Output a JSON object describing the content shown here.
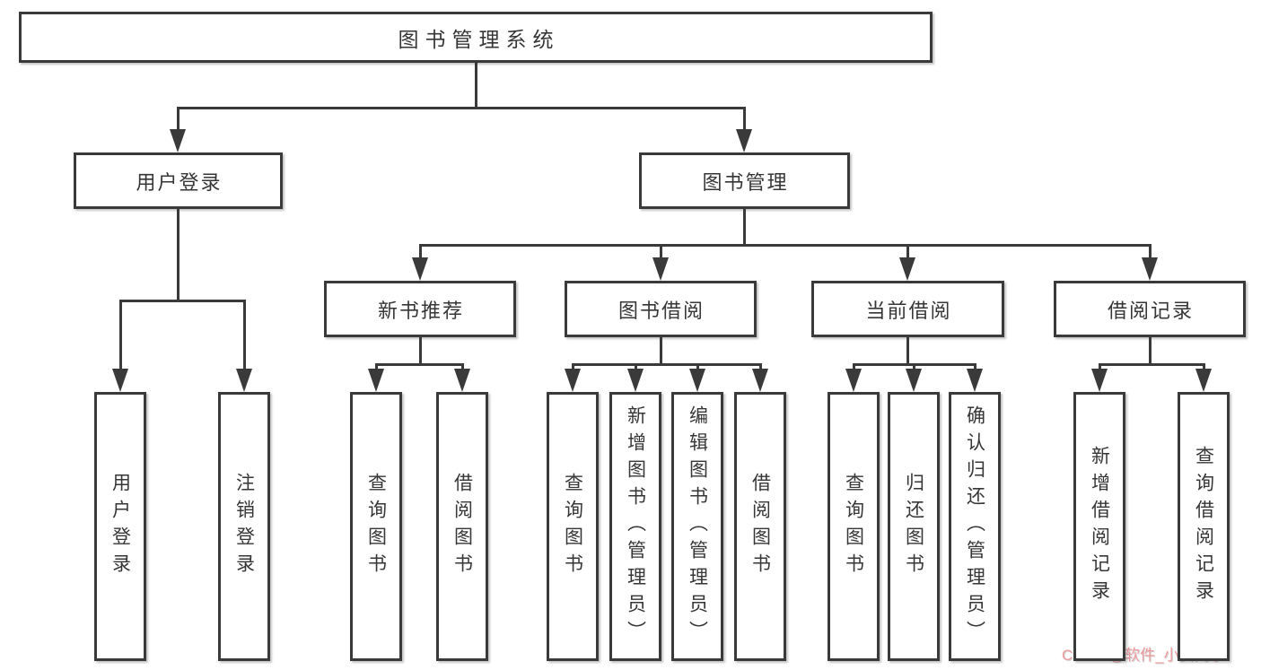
{
  "tree": {
    "root": {
      "label": "图书管理系统"
    },
    "level2": [
      {
        "label": "用户登录"
      },
      {
        "label": "图书管理"
      }
    ],
    "level3": [
      {
        "label": "新书推荐"
      },
      {
        "label": "图书借阅"
      },
      {
        "label": "当前借阅"
      },
      {
        "label": "借阅记录"
      }
    ],
    "leaf_groups": [
      {
        "parent": "用户登录",
        "items": [
          "用户登录",
          "注销登录"
        ]
      },
      {
        "parent": "新书推荐",
        "items": [
          "查询图书",
          "借阅图书"
        ]
      },
      {
        "parent": "图书借阅",
        "items": [
          "查询图书",
          "新增图书（管理员）",
          "编辑图书（管理员）",
          "借阅图书"
        ]
      },
      {
        "parent": "当前借阅",
        "items": [
          "查询图书",
          "归还图书",
          "确认归还（管理员）"
        ]
      },
      {
        "parent": "借阅记录",
        "items": [
          "新增借阅记录",
          "查询借阅记录"
        ]
      }
    ]
  },
  "watermark": {
    "text": "CSDN @软件_小贺同学"
  },
  "colors": {
    "line": "#3a3a3a",
    "box_border": "#3a3a3a",
    "text": "#363636",
    "watermark": "#ee9a9e",
    "background": "#ffffff"
  }
}
